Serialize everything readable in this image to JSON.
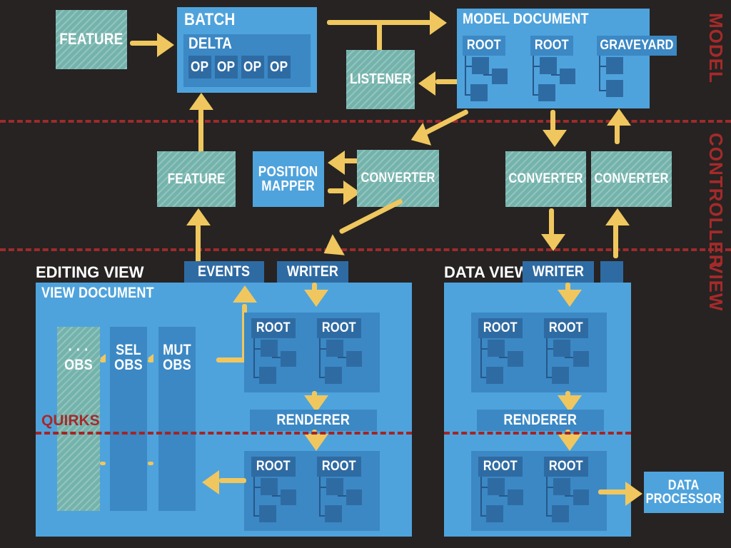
{
  "zones": [
    {
      "id": "model",
      "label": "MODEL"
    },
    {
      "id": "controller",
      "label": "CONTROLLER"
    },
    {
      "id": "view",
      "label": "VIEW"
    }
  ],
  "model": {
    "feature": {
      "label": "FEATURE"
    },
    "batch": {
      "title": "BATCH",
      "delta": {
        "title": "DELTA",
        "ops": [
          "OP",
          "OP",
          "OP",
          "OP"
        ]
      }
    },
    "listener": {
      "label": "LISTENER"
    },
    "model_document": {
      "title": "MODEL DOCUMENT",
      "trees": [
        {
          "label": "ROOT"
        },
        {
          "label": "ROOT"
        },
        {
          "label": "GRAVEYARD"
        }
      ]
    }
  },
  "controller": {
    "feature": {
      "label": "FEATURE"
    },
    "position_mapper": {
      "label": "POSITION MAPPER",
      "line1": "POSITION",
      "line2": "MAPPER"
    },
    "converters": [
      {
        "label": "CONVERTER"
      },
      {
        "label": "CONVERTER"
      },
      {
        "label": "CONVERTER"
      }
    ]
  },
  "view": {
    "editing_view": {
      "title": "EDITING VIEW",
      "events_label": "EVENTS",
      "writer_label": "WRITER",
      "document_title": "VIEW DOCUMENT",
      "observers": [
        {
          "line1": "· · ·",
          "line2": "OBS",
          "style": "teal"
        },
        {
          "line1": "SEL",
          "line2": "OBS",
          "style": "blue"
        },
        {
          "line1": "MUT",
          "line2": "OBS",
          "style": "blue"
        }
      ],
      "upper_trees": [
        {
          "label": "ROOT"
        },
        {
          "label": "ROOT"
        }
      ],
      "renderer_label": "RENDERER",
      "lower_trees": [
        {
          "label": "ROOT"
        },
        {
          "label": "ROOT"
        }
      ],
      "quirks_label": "QUIRKS"
    },
    "data_view": {
      "title": "DATA VIEW",
      "writer_label": "WRITER",
      "upper_trees": [
        {
          "label": "ROOT"
        },
        {
          "label": "ROOT"
        }
      ],
      "renderer_label": "RENDERER",
      "lower_trees": [
        {
          "label": "ROOT"
        },
        {
          "label": "ROOT"
        }
      ]
    },
    "data_processor": {
      "label": "DATA PROCESSOR",
      "line1": "DATA",
      "line2": "PROCESSOR"
    }
  },
  "colors": {
    "background": "#262322",
    "teal": "#74b3ac",
    "blue_light": "#4fa3dc",
    "blue_mid": "#3b88c4",
    "blue_dark": "#2f6ba3",
    "arrow": "#f0c75e",
    "zone_red": "#a52a2a"
  }
}
